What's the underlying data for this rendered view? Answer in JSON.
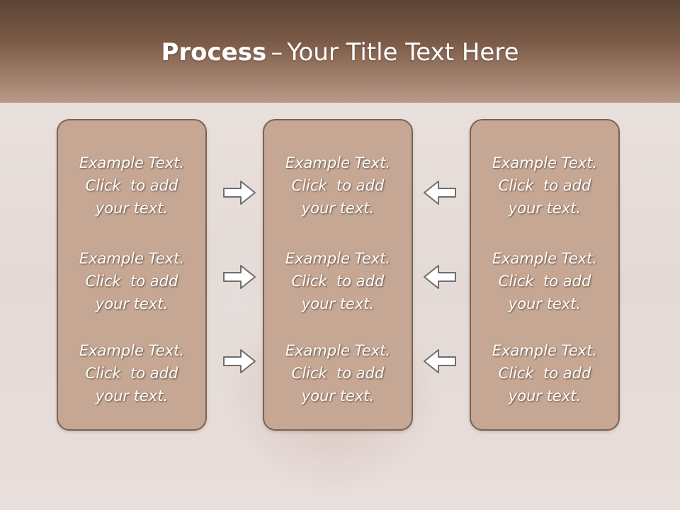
{
  "title": {
    "bold": "Process",
    "separator": "–",
    "rest": "Your Title Text Here"
  },
  "columns": [
    {
      "items": [
        {
          "line1": "Example Text.",
          "line2": "Click  to add",
          "line3": "your text."
        },
        {
          "line1": "Example Text.",
          "line2": "Click  to add",
          "line3": "your text."
        },
        {
          "line1": "Example Text.",
          "line2": "Click  to add",
          "line3": "your text."
        }
      ]
    },
    {
      "items": [
        {
          "line1": "Example Text.",
          "line2": "Click  to add",
          "line3": "your text."
        },
        {
          "line1": "Example Text.",
          "line2": "Click  to add",
          "line3": "your text."
        },
        {
          "line1": "Example Text.",
          "line2": "Click  to add",
          "line3": "your text."
        }
      ]
    },
    {
      "items": [
        {
          "line1": "Example Text.",
          "line2": "Click  to add",
          "line3": "your text."
        },
        {
          "line1": "Example Text.",
          "line2": "Click  to add",
          "line3": "your text."
        },
        {
          "line1": "Example Text.",
          "line2": "Click  to add",
          "line3": "your text."
        }
      ]
    }
  ],
  "arrows": {
    "left_group": "arrow-right-icon",
    "right_group": "arrow-left-icon"
  },
  "colors": {
    "header_dark": "#5c4434",
    "box_fill": "#c5a793",
    "box_border": "#7c6253",
    "arrow_fill": "#ffffff",
    "arrow_stroke": "#6e6e6e"
  }
}
